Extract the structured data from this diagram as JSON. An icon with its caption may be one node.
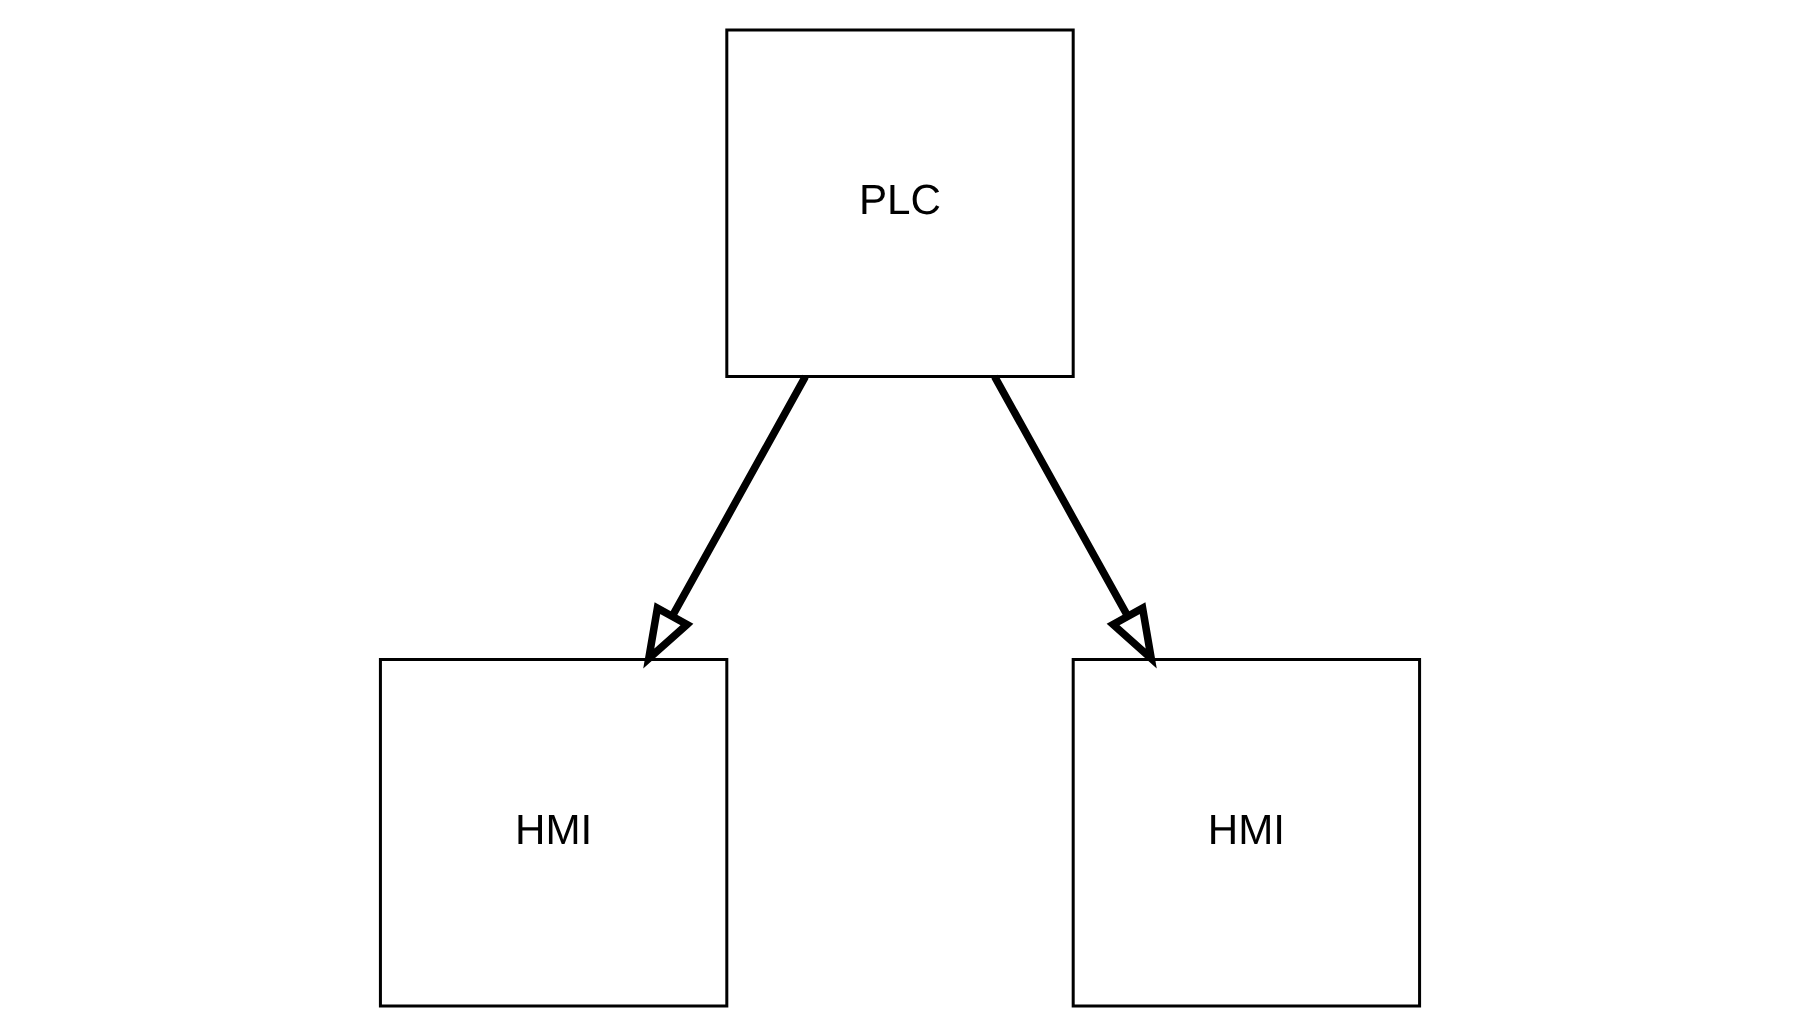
{
  "diagram": {
    "nodes": [
      {
        "text": [
          "PLC"
        ]
      },
      {
        "text": [
          "HMI"
        ]
      },
      {
        "text": [
          "HMI"
        ]
      }
    ],
    "edges": [
      {
        "from": 0,
        "to": 1,
        "arrow": "to"
      },
      {
        "from": 0,
        "to": 2,
        "arrow": "to"
      }
    ]
  }
}
